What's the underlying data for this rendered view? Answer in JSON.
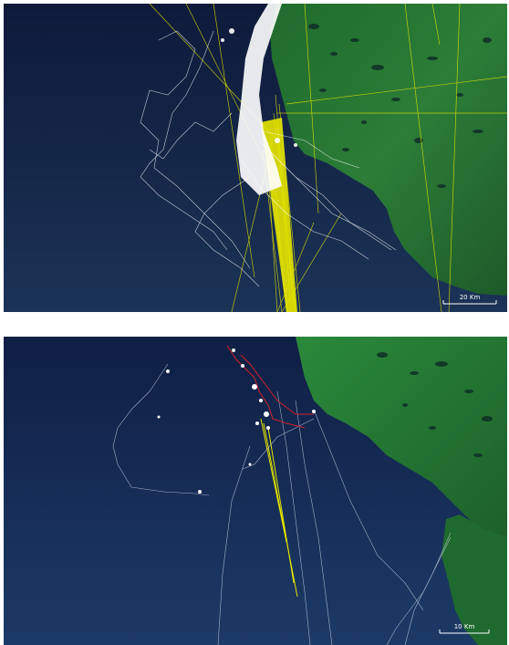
{
  "figure": {
    "panels": [
      {
        "id": "top",
        "scale_bar_label": "20 Km",
        "track_colors": {
          "raw": "#ffffff",
          "outlier": "#e6e600"
        }
      },
      {
        "id": "bottom",
        "scale_bar_label": "10 Km",
        "track_colors": {
          "raw": "#dfe8f2",
          "outlier": "#e6e600",
          "filtered": "#d0202a"
        }
      }
    ]
  }
}
